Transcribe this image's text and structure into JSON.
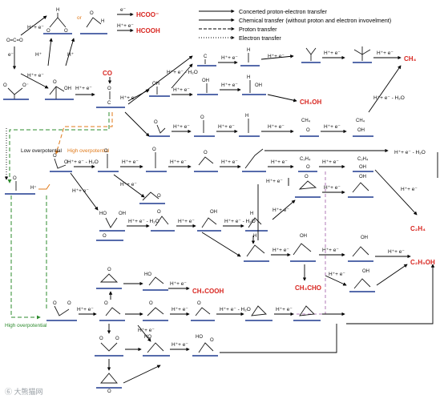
{
  "legend": {
    "items": [
      {
        "label": "Concerted proton-electron transfer"
      },
      {
        "label": "Chemical transfer (without proton and electron invovelment)"
      },
      {
        "label": "Proton transfer"
      },
      {
        "label": "Electron transfer"
      }
    ]
  },
  "labels": {
    "or": "or",
    "e_minus": "e⁻",
    "hpe": "H⁺+ e⁻",
    "hplus": "H⁺",
    "hpe_h2o": "H⁺+ e⁻ - H₂O",
    "low_overpotential": "Low overpotential",
    "high_overpotential_orange": "High overpotential",
    "high_overpotential_green": "High overpotential"
  },
  "atoms": {
    "ch4_small": "CH₄",
    "ch4_small_2": "CH₄",
    "c2h4_small": "C₂H₄",
    "c2h4_small_2": "C₂H₄"
  },
  "products": {
    "hcoo": "HCOO⁻",
    "hcooh": "HCOOH",
    "co": "CO",
    "ch4": "CH₄",
    "ch3oh": "CH₃OH",
    "c2h4": "C₂H₄",
    "c2h5oh": "C₂H₅OH",
    "ch3cho": "CH₃CHO",
    "ch3cooh": "CH₃COOH"
  },
  "watermark": "⑥ 大熊猫网"
}
